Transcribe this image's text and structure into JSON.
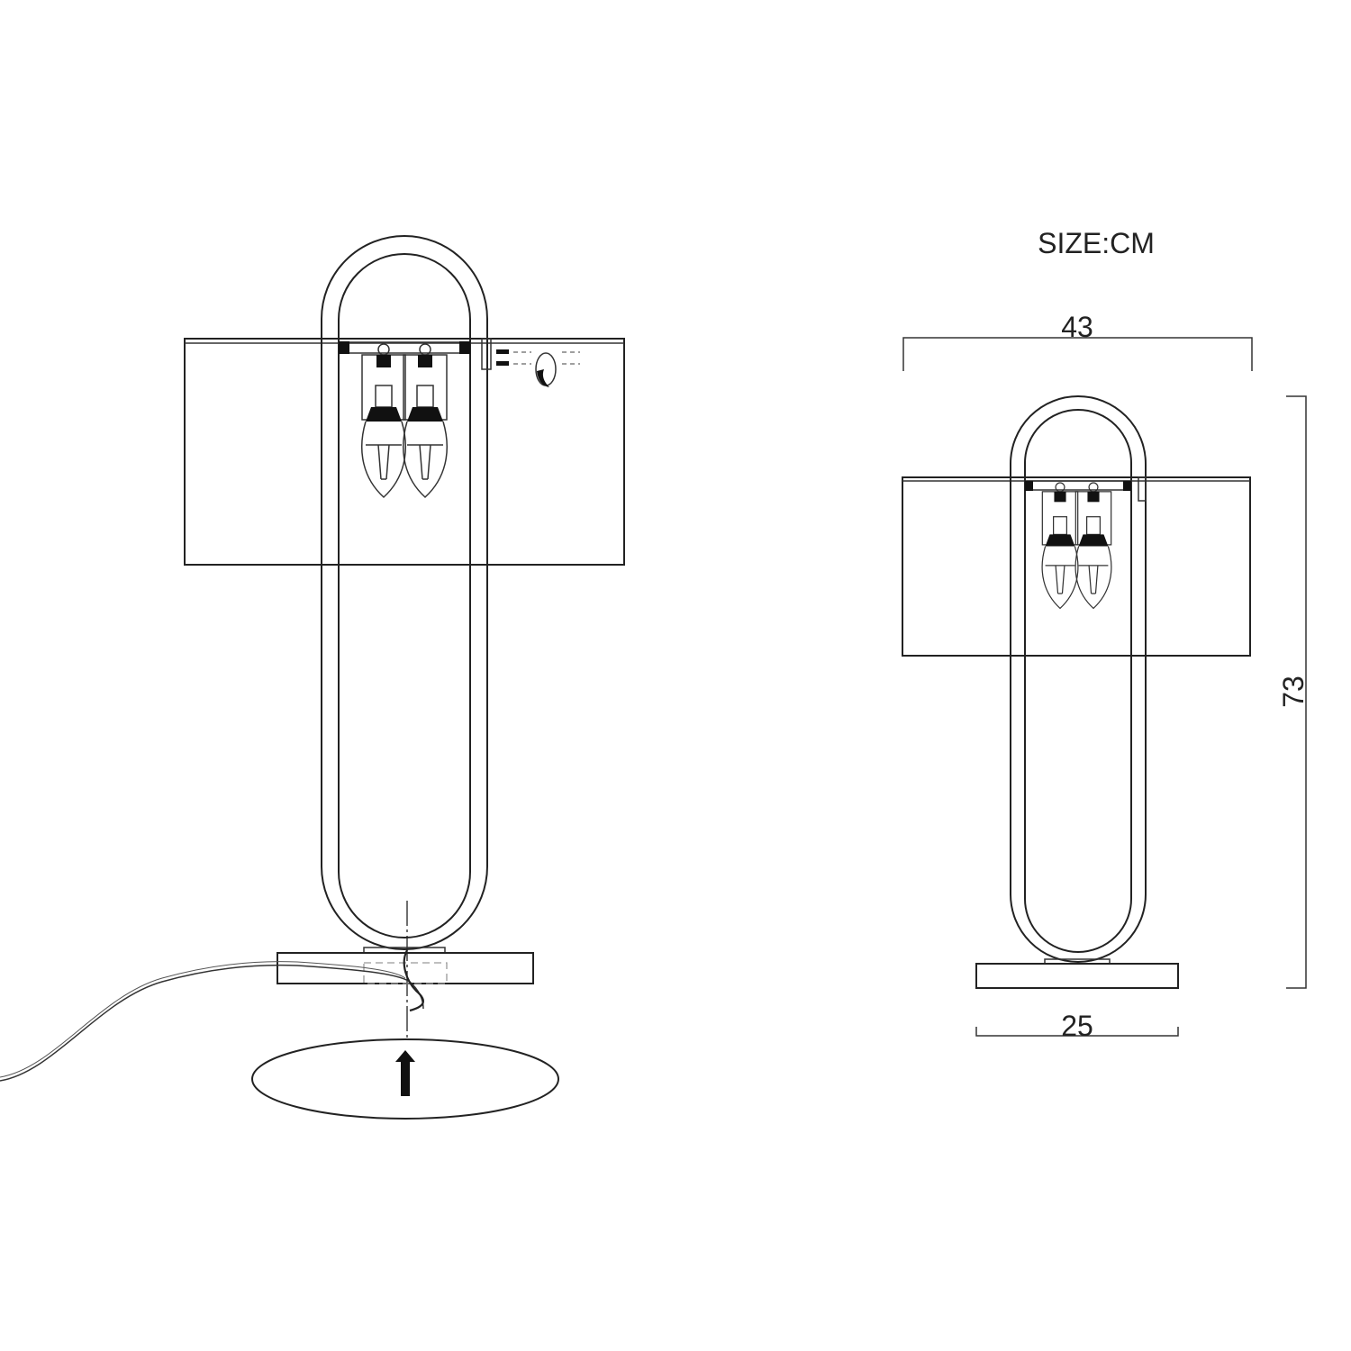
{
  "size_label": "SIZE:CM",
  "dimensions": {
    "width": "43",
    "height": "73",
    "base": "25"
  },
  "colors": {
    "line": "#222222",
    "background": "#ffffff"
  }
}
